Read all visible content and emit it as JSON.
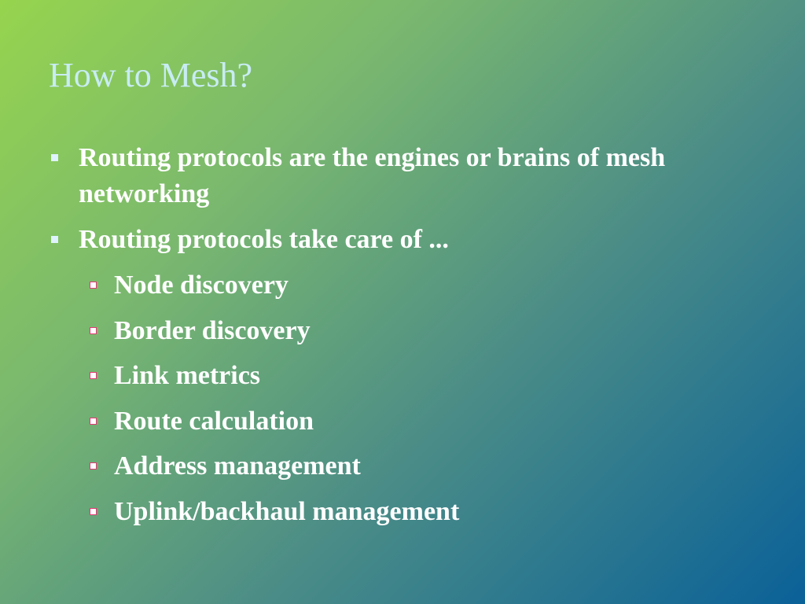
{
  "slide": {
    "title": "How to Mesh?",
    "bullets": [
      "Routing protocols are the engines or brains of mesh networking",
      "Routing protocols take care of ..."
    ],
    "sub_bullets": [
      "Node discovery",
      "Border discovery",
      "Link metrics",
      "Route calculation",
      "Address management",
      "Uplink/backhaul management"
    ]
  },
  "colors": {
    "title": "#c8ecf4",
    "text": "#ffffff",
    "sub_bullet_border": "#e23a72",
    "gradient_start": "#96d44e",
    "gradient_end": "#0a6198"
  }
}
